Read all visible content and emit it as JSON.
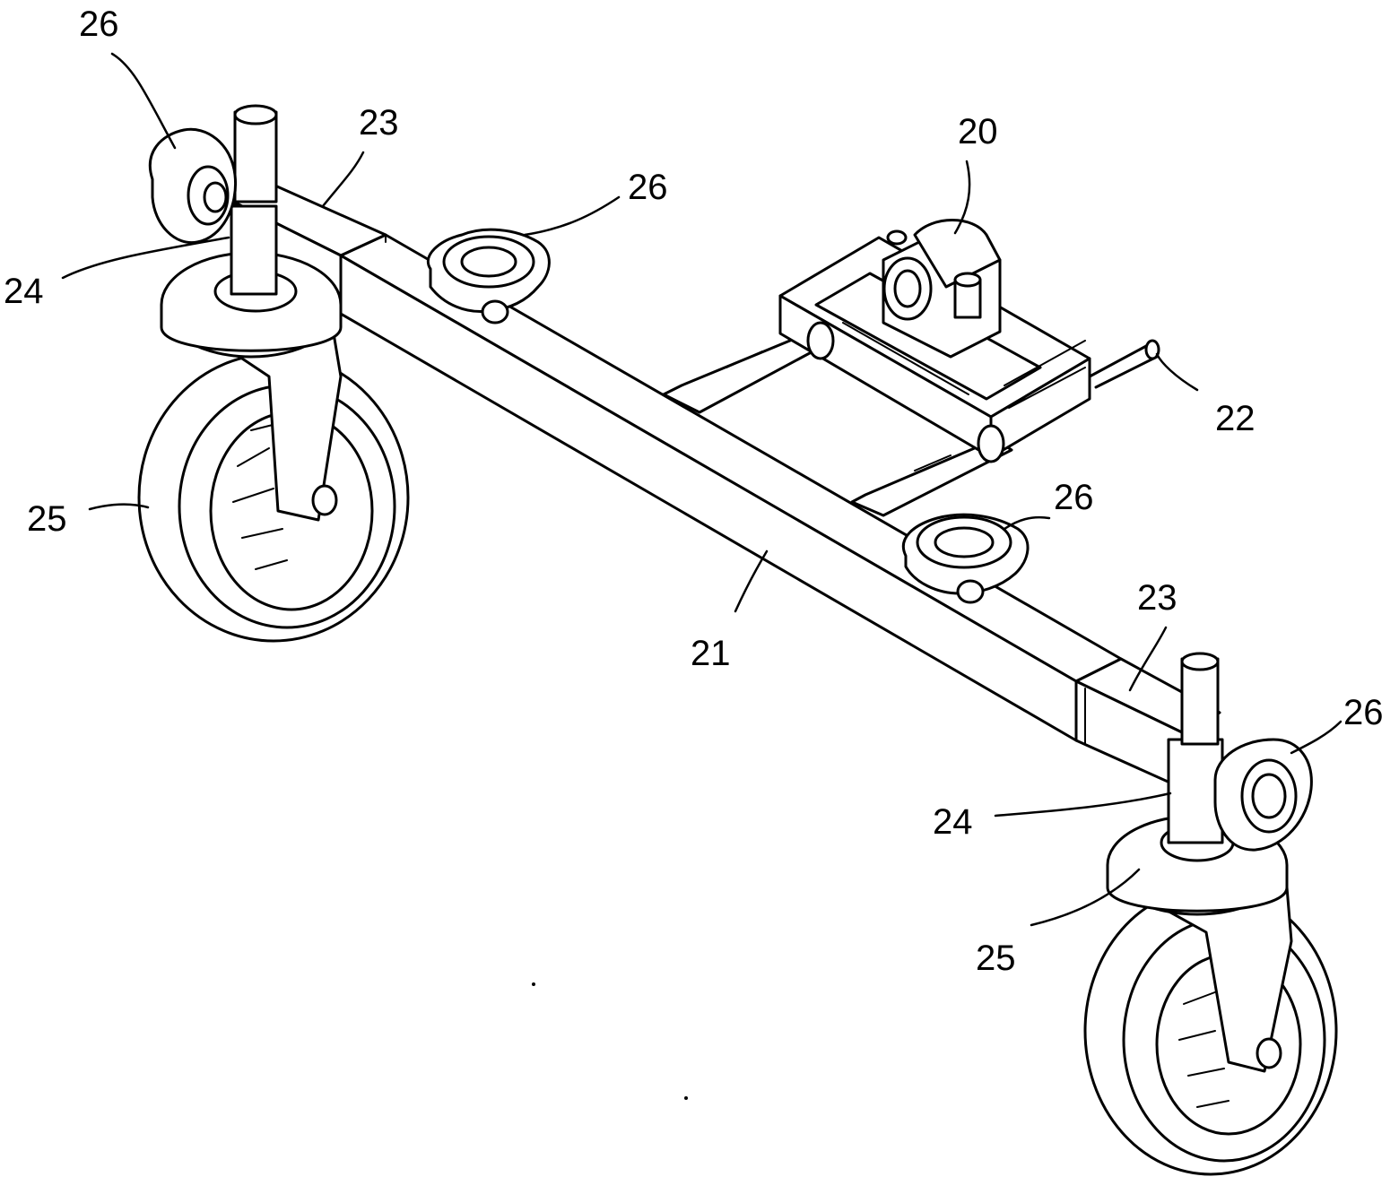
{
  "labels": {
    "frame_assembly": "20",
    "main_beam": "21",
    "guide_rod": "22",
    "extension_left": "23",
    "extension_right": "23",
    "caster_stem_left": "24",
    "caster_stem_right": "24",
    "wheel_left": "25",
    "wheel_right": "25",
    "knob_top_left": "26",
    "knob_top_middle": "26",
    "knob_bottom_middle": "26",
    "knob_bottom_right": "26"
  },
  "colors": {
    "line": "#000000",
    "background": "#ffffff"
  }
}
